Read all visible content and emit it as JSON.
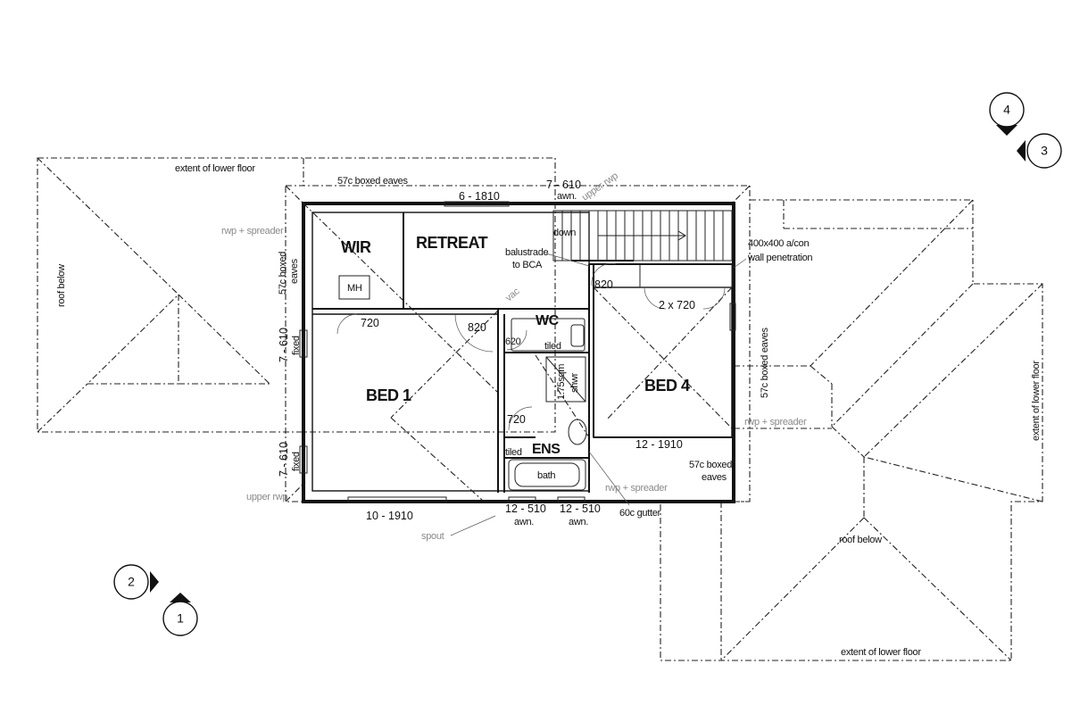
{
  "rooms": {
    "wir": "WIR",
    "retreat": "RETREAT",
    "bed1": "BED 1",
    "bed4": "BED 4",
    "wc": "WC",
    "ens": "ENS"
  },
  "labels": {
    "extent_lower_floor": "extent of lower floor",
    "roof_below": "roof below",
    "boxed_eaves": "57c boxed eaves",
    "boxed_eaves_line1": "57c boxed",
    "boxed_eaves_line2": "eaves",
    "rwp_spreader": "rwp + spreader",
    "upper_rwp": "upper rwp",
    "spout": "spout",
    "gutter": "60c gutter",
    "awn": "awn.",
    "fixed": "fixed",
    "mh": "MH",
    "balustrade_line1": "balustrade",
    "balustrade_line2": "to BCA",
    "down": "down",
    "acon_line1": "400x400 a/con",
    "acon_line2": "wall penetration",
    "tiled": "tiled",
    "bath": "bath",
    "shower_line1": "1.75sqm",
    "shower_line2": "shwr",
    "door_820": "820",
    "door_720": "720",
    "door_620": "620",
    "door_2x720": "2 x 720",
    "win_6_1810": "6 - 1810",
    "win_7_610": "7 - 610",
    "win_10_1910": "10 - 1910",
    "win_12_1910": "12 - 1910",
    "win_12_510": "12 - 510",
    "vac": "vac"
  },
  "markers": [
    "1",
    "2",
    "3",
    "4"
  ]
}
